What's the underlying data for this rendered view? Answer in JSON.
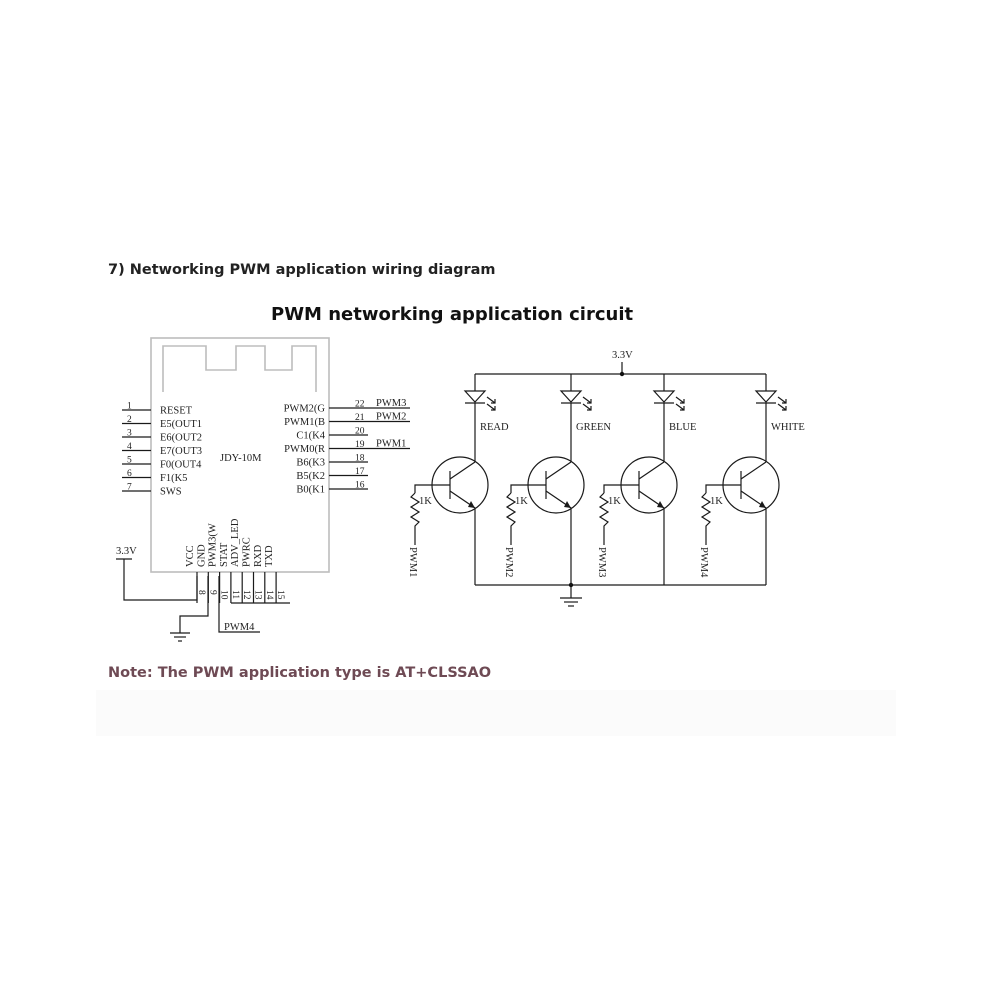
{
  "heading": "7) Networking PWM application wiring diagram",
  "title": "PWM networking application circuit",
  "note": "Note: The PWM application type is AT+CLSSAO",
  "module": {
    "name": "JDY-10M",
    "left_pins": [
      {
        "num": "1",
        "label": "RESET"
      },
      {
        "num": "2",
        "label": "E5(OUT1"
      },
      {
        "num": "3",
        "label": "E6(OUT2"
      },
      {
        "num": "4",
        "label": "E7(OUT3"
      },
      {
        "num": "5",
        "label": "F0(OUT4"
      },
      {
        "num": "6",
        "label": "F1(K5"
      },
      {
        "num": "7",
        "label": "SWS"
      }
    ],
    "right_pins": [
      {
        "num": "22",
        "label": "PWM2(G",
        "net": "PWM3"
      },
      {
        "num": "21",
        "label": "PWM1(B",
        "net": "PWM2"
      },
      {
        "num": "20",
        "label": "C1(K4",
        "net": ""
      },
      {
        "num": "19",
        "label": "PWM0(R",
        "net": "PWM1"
      },
      {
        "num": "18",
        "label": "B6(K3",
        "net": ""
      },
      {
        "num": "17",
        "label": "B5(K2",
        "net": ""
      },
      {
        "num": "16",
        "label": "B0(K1",
        "net": ""
      }
    ],
    "bottom_pins": [
      {
        "num": "8",
        "label": "VCC"
      },
      {
        "num": "9",
        "label": "GND"
      },
      {
        "num": "10",
        "label": "PWM3(W"
      },
      {
        "num": "11",
        "label": "STAT"
      },
      {
        "num": "12",
        "label": "ADV_LED"
      },
      {
        "num": "13",
        "label": "PWRC"
      },
      {
        "num": "14",
        "label": "RXD"
      },
      {
        "num": "15",
        "label": "TXD"
      }
    ],
    "vcc_label": "3.3V",
    "pwm4_label": "PWM4"
  },
  "led_circuit": {
    "supply_label": "3.3V",
    "resistor_label": "1K",
    "channels": [
      {
        "led": "READ",
        "pwm": "PWM1"
      },
      {
        "led": "GREEN",
        "pwm": "PWM2"
      },
      {
        "led": "BLUE",
        "pwm": "PWM3"
      },
      {
        "led": "WHITE",
        "pwm": "PWM4"
      }
    ]
  }
}
